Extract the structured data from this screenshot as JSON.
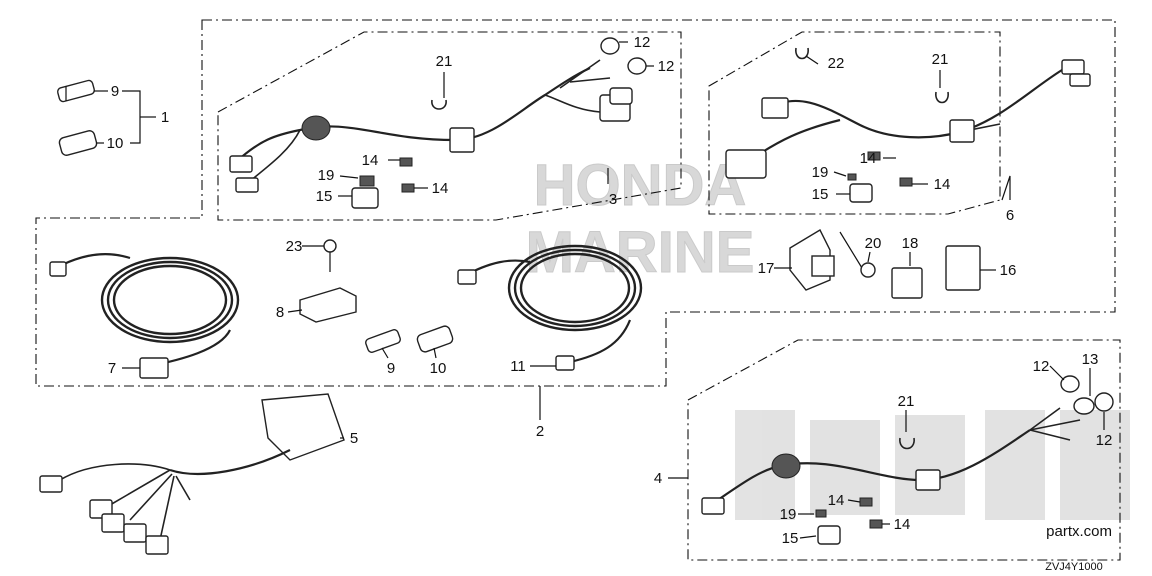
{
  "diagram": {
    "diagram_code": "ZVJ4Y1000",
    "watermark_site": "partx.com",
    "watermark_brand_line1": "HONDA",
    "watermark_brand_line2": "MARINE",
    "callouts": {
      "c1": "1",
      "c2": "2",
      "c3": "3",
      "c4": "4",
      "c5": "5",
      "c6": "6",
      "c7": "7",
      "c8": "8",
      "c9a": "9",
      "c9b": "9",
      "c10a": "10",
      "c10b": "10",
      "c11": "11",
      "c12a": "12",
      "c12b": "12",
      "c12c": "12",
      "c12d": "12",
      "c13": "13",
      "c14a": "14",
      "c14b": "14",
      "c14c": "14",
      "c14d": "14",
      "c14e": "14",
      "c14f": "14",
      "c15a": "15",
      "c15b": "15",
      "c15c": "15",
      "c16": "16",
      "c17": "17",
      "c18": "18",
      "c19a": "19",
      "c19b": "19",
      "c19c": "19",
      "c20": "20",
      "c21a": "21",
      "c21b": "21",
      "c21c": "21",
      "c22": "22",
      "c23": "23"
    }
  }
}
